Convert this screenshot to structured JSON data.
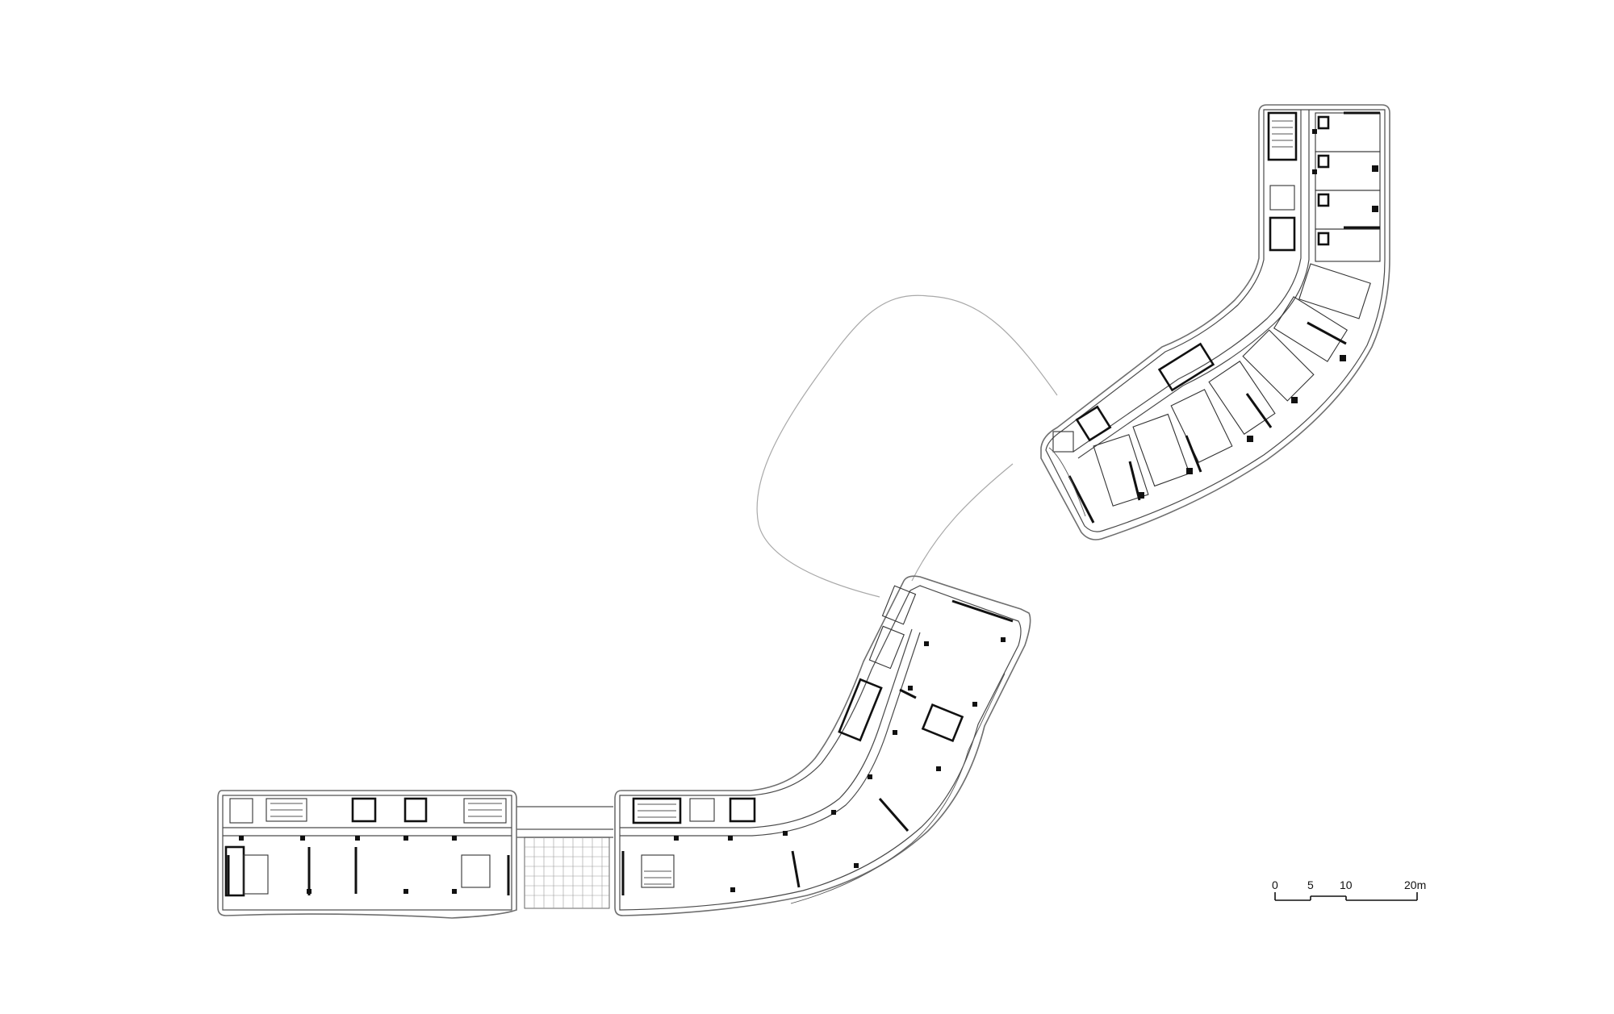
{
  "scale_bar": {
    "labels": [
      "0",
      "5",
      "10",
      "20m"
    ]
  }
}
